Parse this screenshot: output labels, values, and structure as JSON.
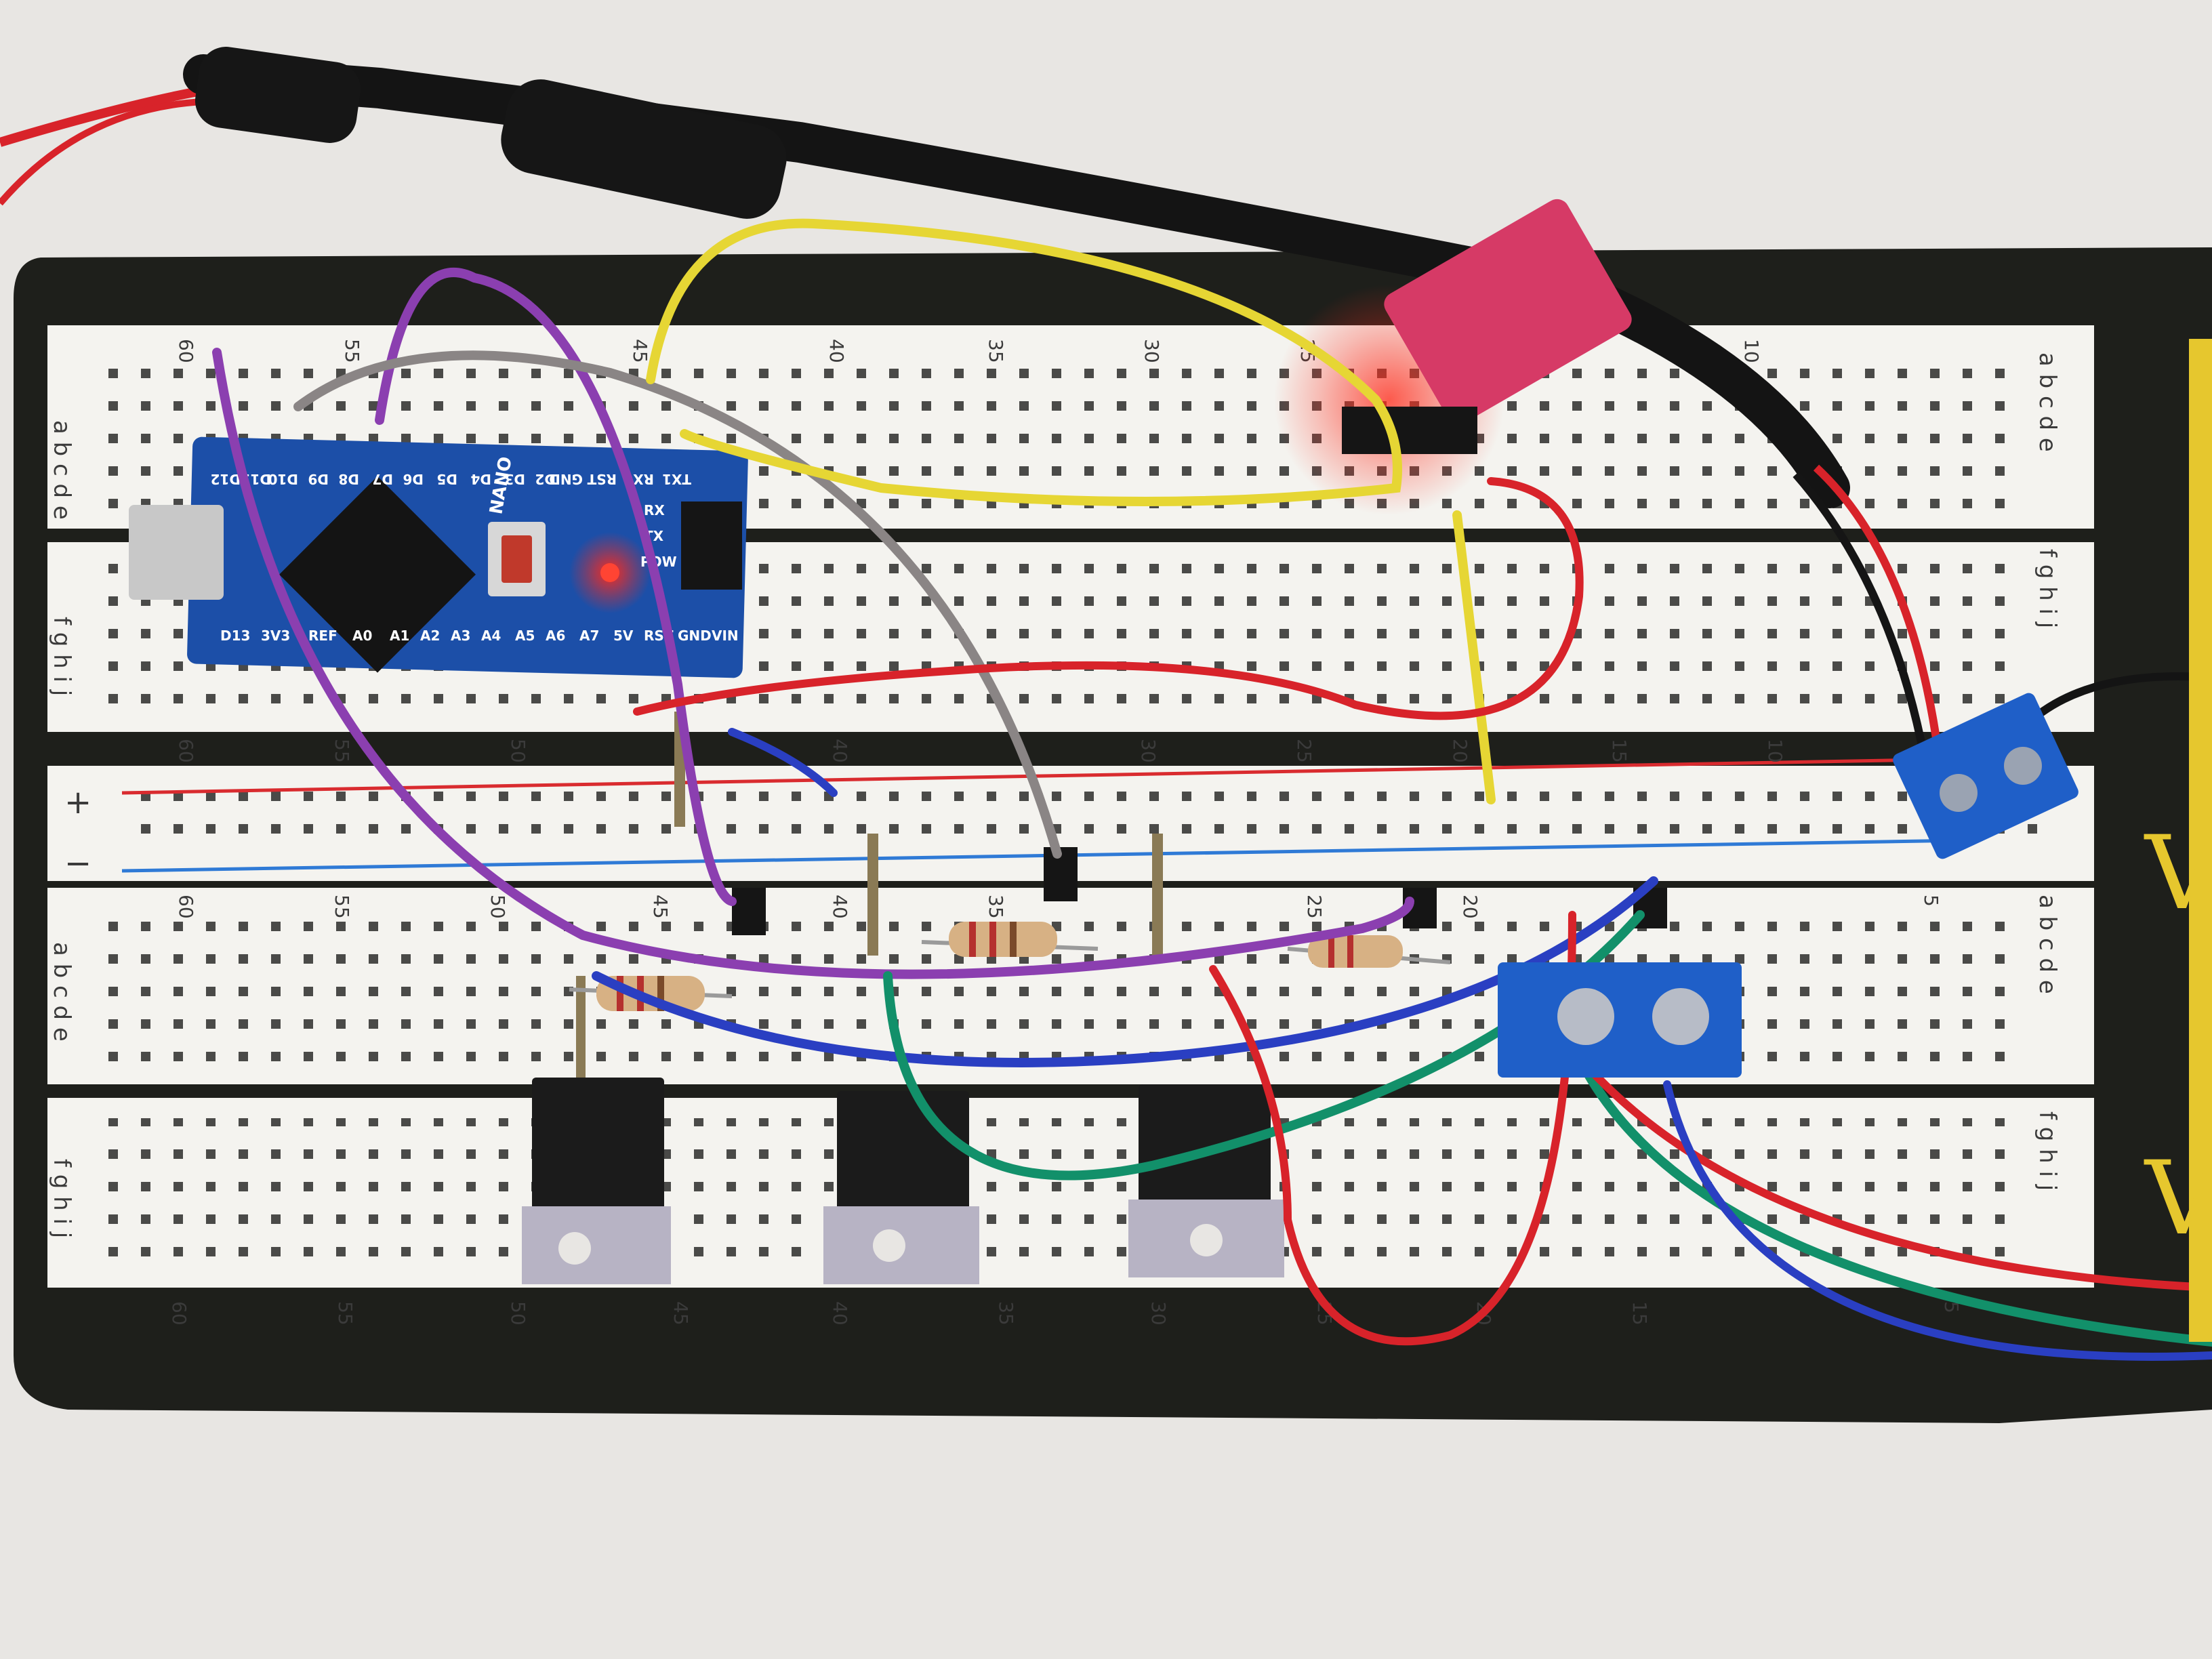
{
  "scene": {
    "board_numbers_top": [
      "60",
      "55",
      "45",
      "40",
      "35",
      "30",
      "25",
      "10"
    ],
    "board_numbers_bottom": [
      "60",
      "55",
      "50",
      "45",
      "40",
      "35",
      "30",
      "25",
      "20",
      "15",
      "5"
    ],
    "board_numbers_middle_top": [
      "60",
      "55",
      "50",
      "40",
      "30",
      "25",
      "20",
      "15",
      "10"
    ],
    "board_numbers_middle_bottom": [
      "60",
      "55",
      "50",
      "45",
      "40",
      "35",
      "25",
      "20",
      "5"
    ],
    "row_letters_top": "a b c d e",
    "row_letters_bottom": "f g h i j",
    "rail_plus": "+",
    "rail_minus": "−",
    "nano": {
      "brand_label": "NANO",
      "top_pins": [
        "D12",
        "D11",
        "D10",
        "D9",
        "D8",
        "D7",
        "D6",
        "D5",
        "D4",
        "D3",
        "D2",
        "GND",
        "RST",
        "RX0",
        "TX1"
      ],
      "bottom_pins": [
        "D13",
        "3V3",
        "REF",
        "A0",
        "A1",
        "A2",
        "A3",
        "A4",
        "A5",
        "A6",
        "A7",
        "5V",
        "RST",
        "GND",
        "VIN"
      ],
      "led_labels": [
        "RX",
        "TX",
        "POW"
      ]
    },
    "mat_letters": [
      "Va",
      "Vb"
    ],
    "colors": {
      "board": "#f4f3ef",
      "mat": "#1e1f1b",
      "pcb": "#1c4fa8",
      "terminal": "#1f5fc8",
      "wire_purple": "#8b3fb0",
      "wire_yellow": "#e6d634",
      "wire_gray": "#8a8585",
      "wire_red": "#d8232a",
      "wire_blue": "#2a3fc2",
      "wire_green": "#12906a",
      "rail_red": "#d92b2f",
      "rail_blue": "#2f7ad6"
    }
  }
}
